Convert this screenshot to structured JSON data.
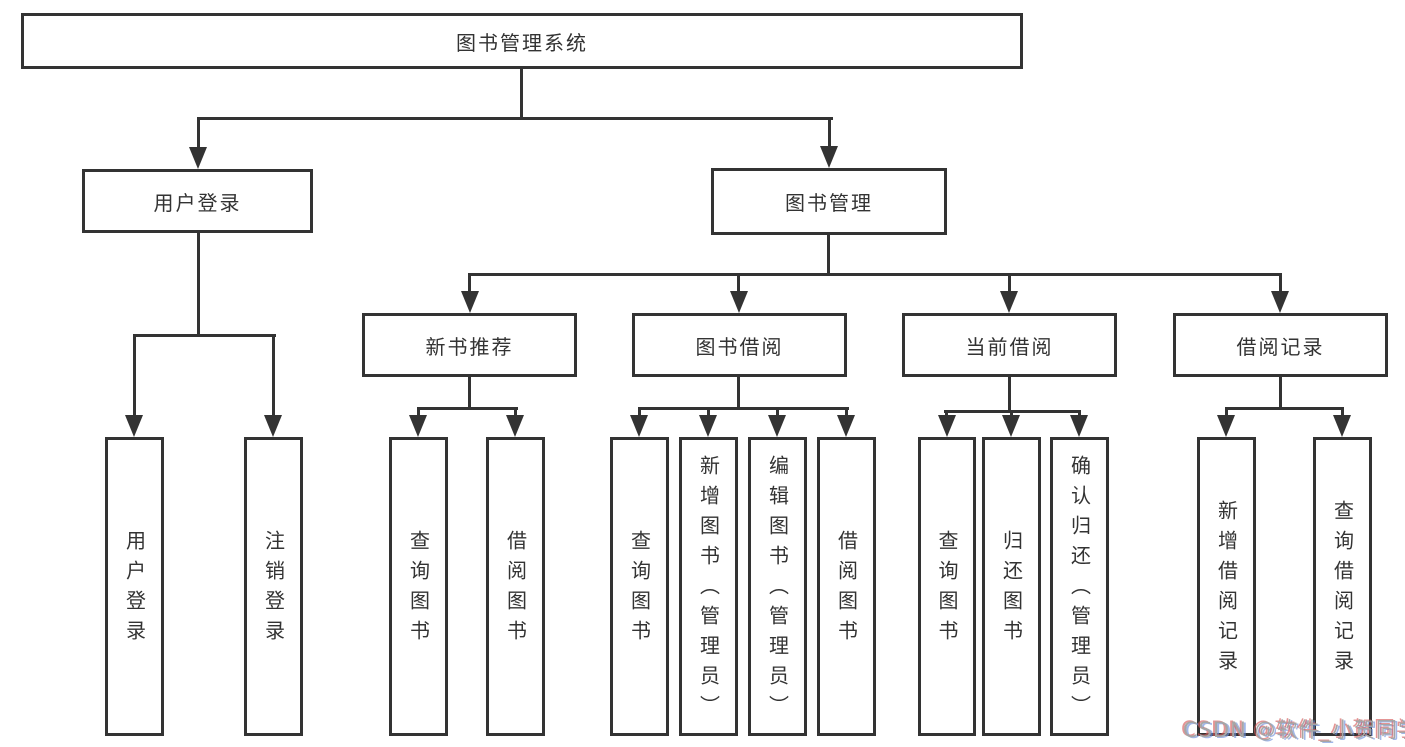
{
  "diagram_title": "图书管理系统",
  "tree": {
    "root": {
      "label": "图书管理系统",
      "children": [
        {
          "label": "用户登录",
          "children": [
            {
              "label": "用户登录"
            },
            {
              "label": "注销登录"
            }
          ]
        },
        {
          "label": "图书管理",
          "children": [
            {
              "label": "新书推荐",
              "children": [
                {
                  "label": "查询图书"
                },
                {
                  "label": "借阅图书"
                }
              ]
            },
            {
              "label": "图书借阅",
              "children": [
                {
                  "label": "查询图书"
                },
                {
                  "label": "新增图书（管理员）"
                },
                {
                  "label": "编辑图书（管理员）"
                },
                {
                  "label": "借阅图书"
                }
              ]
            },
            {
              "label": "当前借阅",
              "children": [
                {
                  "label": "查询图书"
                },
                {
                  "label": "归还图书"
                },
                {
                  "label": "确认归还（管理员）"
                }
              ]
            },
            {
              "label": "借阅记录",
              "children": [
                {
                  "label": "新增借阅记录"
                },
                {
                  "label": "查询借阅记录"
                }
              ]
            }
          ]
        }
      ]
    }
  },
  "watermark": {
    "text": "CSDN @软件_小贺同学"
  },
  "colors": {
    "line": "#333333",
    "text": "#333333",
    "background": "#ffffff",
    "watermark": "#a6a6a6"
  }
}
